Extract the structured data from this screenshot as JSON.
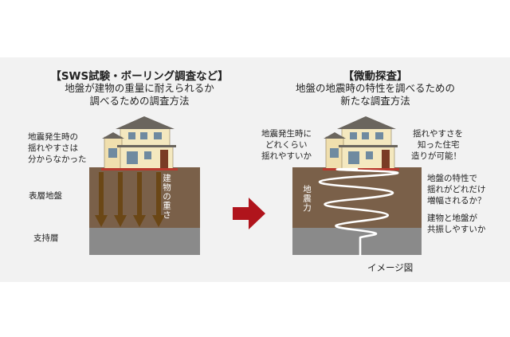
{
  "left": {
    "title": "【SWS試験・ボーリング調査など】",
    "subtitle": [
      "地盤が建物の重量に耐えられるか",
      "調べるための調査方法"
    ],
    "note": [
      "地震発生時の",
      "揺れやすさは",
      "分からなかった"
    ],
    "label_surface": "表層地盤",
    "label_bearing": "支持層",
    "label_weight": "建物の重さ"
  },
  "right": {
    "title": "【微動探査】",
    "subtitle": [
      "地盤の地震時の特性を調べるための",
      "新たな調査方法"
    ],
    "note_left": [
      "地震発生時に",
      "どれくらい",
      "揺れやすいか"
    ],
    "note_top": [
      "揺れやすさを",
      "知った住宅",
      "造りが可能！"
    ],
    "note_mid": [
      "地盤の特性で",
      "揺れがどれだけ",
      "増幅されるか？"
    ],
    "note_bottom": [
      "建物と地盤が",
      "共振しやすいか"
    ],
    "label_seismic": "地震力",
    "caption": "イメージ図"
  },
  "colors": {
    "soil": "#7a6049",
    "bearing": "#8a8a8a",
    "arrow_brown": "#6b4716",
    "arrow_red": "#b0141c",
    "house_wall": "#f4e8bf",
    "roof": "#6a655e"
  }
}
